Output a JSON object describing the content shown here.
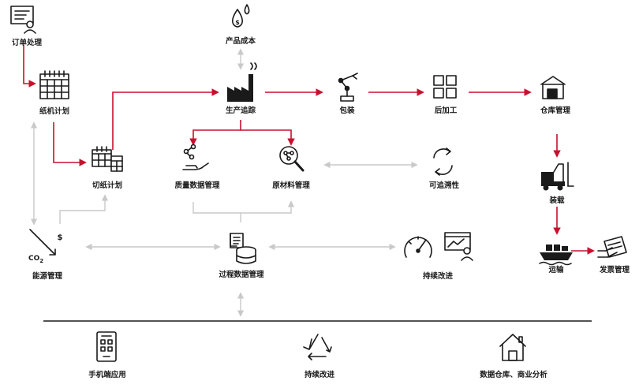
{
  "nodes": {
    "order": "订单处理",
    "cost": "产品成本",
    "paper_machine_plan": "纸机计划",
    "cutting_plan": "切纸计划",
    "production_tracking": "生产追踪",
    "packaging": "包装",
    "finishing": "后加工",
    "warehouse": "仓库管理",
    "quality": "质量数据管理",
    "raw_material": "原材料管理",
    "traceability": "可追溯性",
    "energy": "能源管理",
    "process_data": "过程数据管理",
    "continuous_improvement": "持续改进",
    "loading": "装载",
    "transport": "运输",
    "invoice": "发票管理"
  },
  "icon_text": {
    "co2": "CO",
    "co2_sub": "2",
    "dollar": "$"
  },
  "bottom": {
    "mobile": "手机端应用",
    "improvement": "持续改进",
    "dw": "数据仓库、商业分析"
  },
  "colors": {
    "flow": "#c8102e",
    "link": "#c9c9c9",
    "ink": "#1a1a1a"
  }
}
